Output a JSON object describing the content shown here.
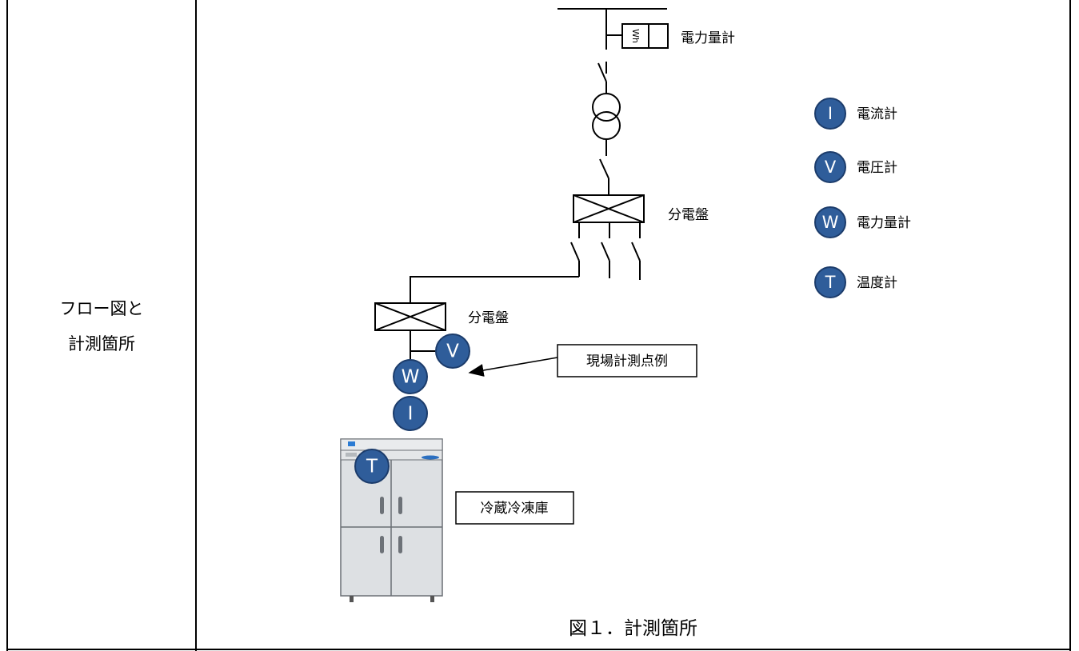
{
  "left_cell": {
    "line1": "フロー図と",
    "line2": "計測箇所"
  },
  "labels": {
    "meter_top": "電力量計",
    "panel_1": "分電盤",
    "panel_2": "分電盤",
    "callout": "現場計測点例",
    "fridge": "冷蔵冷凍庫",
    "wh_mark": "Wh"
  },
  "legend": [
    {
      "letter": "I",
      "label": "電流計"
    },
    {
      "letter": "V",
      "label": "電圧計"
    },
    {
      "letter": "W",
      "label": "電力量計"
    },
    {
      "letter": "T",
      "label": "温度計"
    }
  ],
  "points": {
    "v": "V",
    "w": "W",
    "i": "I",
    "t": "T"
  },
  "caption": "図１．計測箇所",
  "colors": {
    "meter_fill": "#2f5d9a",
    "meter_stroke": "#1c3c6b",
    "fridge_body": "#dde0e3",
    "fridge_stroke": "#6a6f75"
  }
}
